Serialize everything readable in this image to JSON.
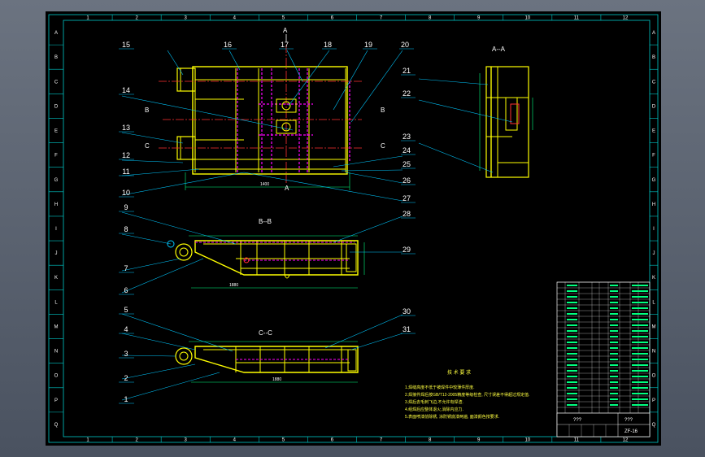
{
  "colors": {
    "outer_bg": "#5d6573",
    "paper": "#000000",
    "frame": "#00c8c8",
    "part": "#ffff00",
    "hidden": "#ff00ff",
    "center": "#ff3030",
    "leader": "#00c8ff",
    "dimension": "#00ff7f",
    "text": "#ffffff"
  },
  "border": {
    "top_zones": [
      "1",
      "2",
      "3",
      "4",
      "5",
      "6",
      "7",
      "8",
      "9",
      "10",
      "11",
      "12"
    ],
    "side_zones": [
      "A",
      "B",
      "C",
      "D",
      "E",
      "F",
      "G",
      "H",
      "I",
      "J",
      "K",
      "L",
      "M",
      "N",
      "O",
      "P",
      "Q"
    ]
  },
  "views": {
    "plan": {
      "title": "A",
      "section_markers": [
        "B",
        "B",
        "C",
        "C"
      ],
      "width_dim": "1400"
    },
    "section_aa": {
      "title": "A--A"
    },
    "section_bb": {
      "title": "B--B",
      "length_dim": "1880"
    },
    "section_cc": {
      "title": "C--C",
      "length_dim": "1880"
    }
  },
  "balloons": {
    "left_plan": [
      "15",
      "14",
      "13",
      "12",
      "11",
      "10"
    ],
    "top_plan": [
      "16",
      "17",
      "18",
      "19",
      "20"
    ],
    "right_plan": [
      "21",
      "22",
      "23",
      "24",
      "25",
      "26",
      "27"
    ],
    "left_bb": [
      "9",
      "8",
      "7",
      "6"
    ],
    "right_bb": [
      "28",
      "29"
    ],
    "left_cc": [
      "5",
      "4",
      "3",
      "2",
      "1"
    ],
    "right_cc": [
      "30",
      "31"
    ]
  },
  "notes": {
    "heading": "技 术 要 求",
    "lines": [
      "1.焊缝高度不低于被焊件中较薄件厚度.",
      "2.焊接件焊后按GB/T12-2005精度等级检查,   尺寸误差不得超过规定值.",
      "3.焊后去毛刺飞边,不允许有焊渣.",
      "4.组焊后应整体退火,消除内应力.",
      "5.表面喷漆前除锈,   涂防锈底漆两遍,   面漆颜色按要求."
    ]
  },
  "title_block": {
    "designation": "???",
    "name": "???",
    "drawing_no": "ZF-16"
  }
}
